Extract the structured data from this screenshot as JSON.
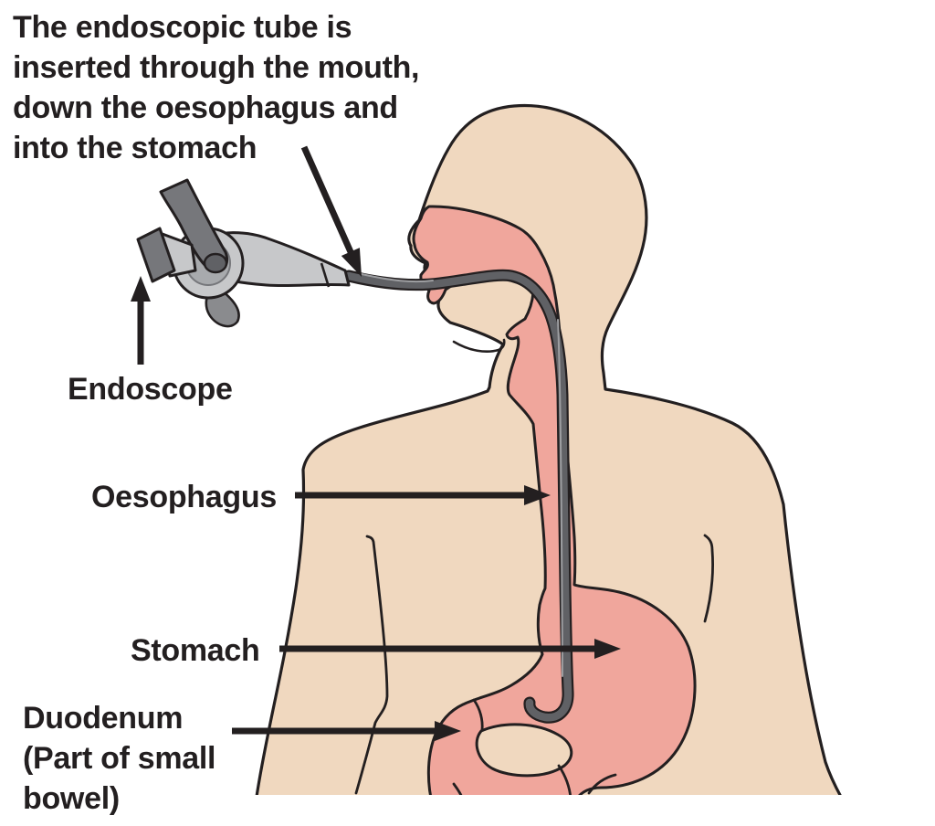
{
  "diagram": {
    "annotation": {
      "lines": [
        "The endoscopic tube is",
        "inserted through the mouth,",
        "down the oesophagus and",
        "into the stomach"
      ]
    },
    "labels": {
      "endoscope": "Endoscope",
      "oesophagus": "Oesophagus",
      "stomach": "Stomach",
      "duodenum_line1": "Duodenum",
      "duodenum_line2": "(Part of small",
      "duodenum_line3": "bowel)"
    },
    "colors": {
      "background": "#ffffff",
      "skin": "#f0d8bf",
      "tract_pink": "#f0a69c",
      "outline": "#231f20",
      "tube_core": "#606165",
      "tube_highlight": "#9d9ea1",
      "device_light": "#c7c8ca",
      "device_mid": "#a8aaad",
      "device_dark": "#76777b",
      "device_hook": "#8a8b8e",
      "arrow": "#231f20"
    }
  }
}
